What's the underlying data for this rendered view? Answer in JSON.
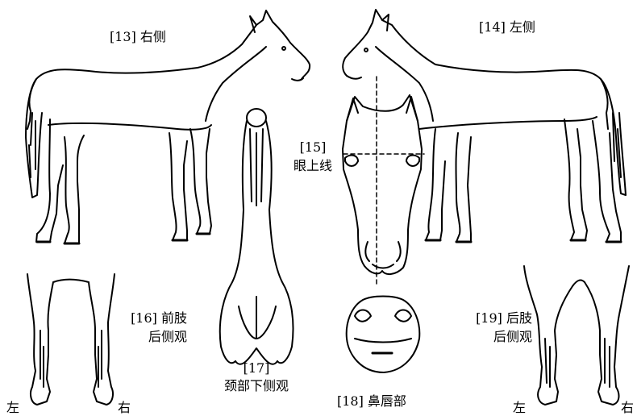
{
  "labels": {
    "l13": "[13] 右侧",
    "l14": "[14] 左侧",
    "l15_num": "[15]",
    "l15_text": "眼上线",
    "l16_num": "[16] 前肢",
    "l16_text": "后侧观",
    "l17_num": "[17]",
    "l17_text": "颈部下侧观",
    "l18": "[18] 鼻唇部",
    "l19_num": "[19] 后肢",
    "l19_text": "后侧观",
    "left_a": "左",
    "right_a": "右",
    "left_b": "左",
    "right_b": "右"
  },
  "colors": {
    "ink": "#000000",
    "background": "#ffffff"
  }
}
